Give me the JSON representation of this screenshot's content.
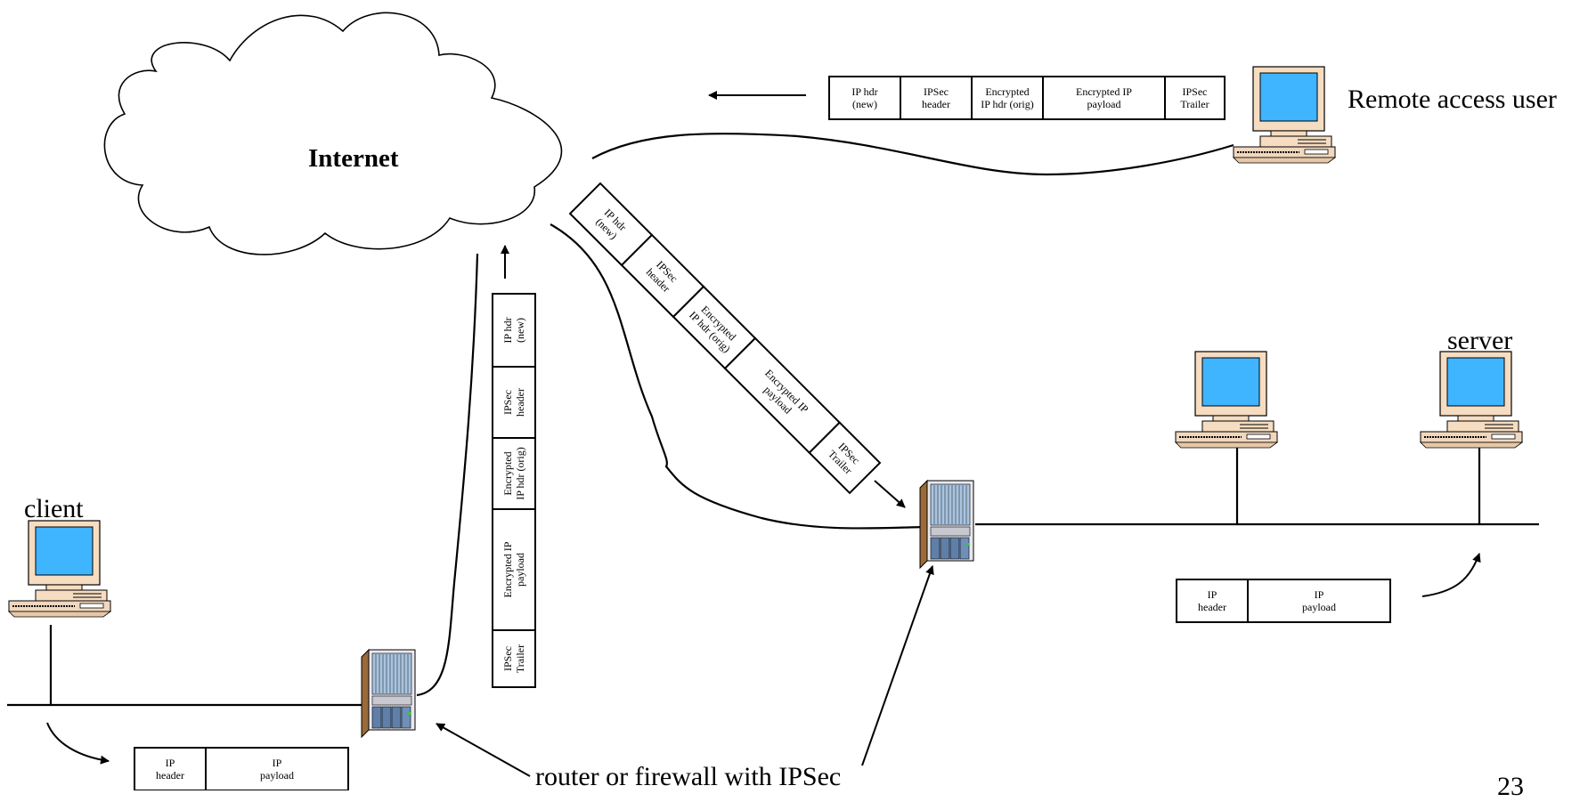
{
  "labels": {
    "cloud": "Internet",
    "remote_user": "Remote access user",
    "server": "server",
    "client": "client",
    "router_caption": "router or firewall with IPSec",
    "slide_number": "23"
  },
  "packets": {
    "tunnel_fields": [
      [
        "IP hdr",
        "(new)"
      ],
      [
        "IPSec",
        "header"
      ],
      [
        "Encrypted",
        "IP hdr (orig)"
      ],
      [
        "Encrypted IP",
        "payload"
      ],
      [
        "IPSec",
        "Trailer"
      ]
    ],
    "vertical_fields": [
      [
        "IPSec",
        "Trailer"
      ],
      [
        "Encrypted IP",
        "payload"
      ],
      [
        "Encrypted",
        "IP hdr (orig)"
      ],
      [
        "IPSec",
        "header"
      ],
      [
        "IP hdr",
        "(new)"
      ]
    ],
    "plain_fields": [
      [
        "IP",
        "header"
      ],
      [
        "IP",
        "payload"
      ]
    ]
  },
  "colors": {
    "screen": "#3fb4ff",
    "monitor": "#f6dcc0",
    "keyboard": "#f1d7be",
    "rack": "#9a6a3a",
    "rack_panel": "#a9c4df"
  },
  "icons": {
    "computer": "desktop-computer-icon",
    "router": "rack-router-icon",
    "cloud": "internet-cloud-icon"
  }
}
